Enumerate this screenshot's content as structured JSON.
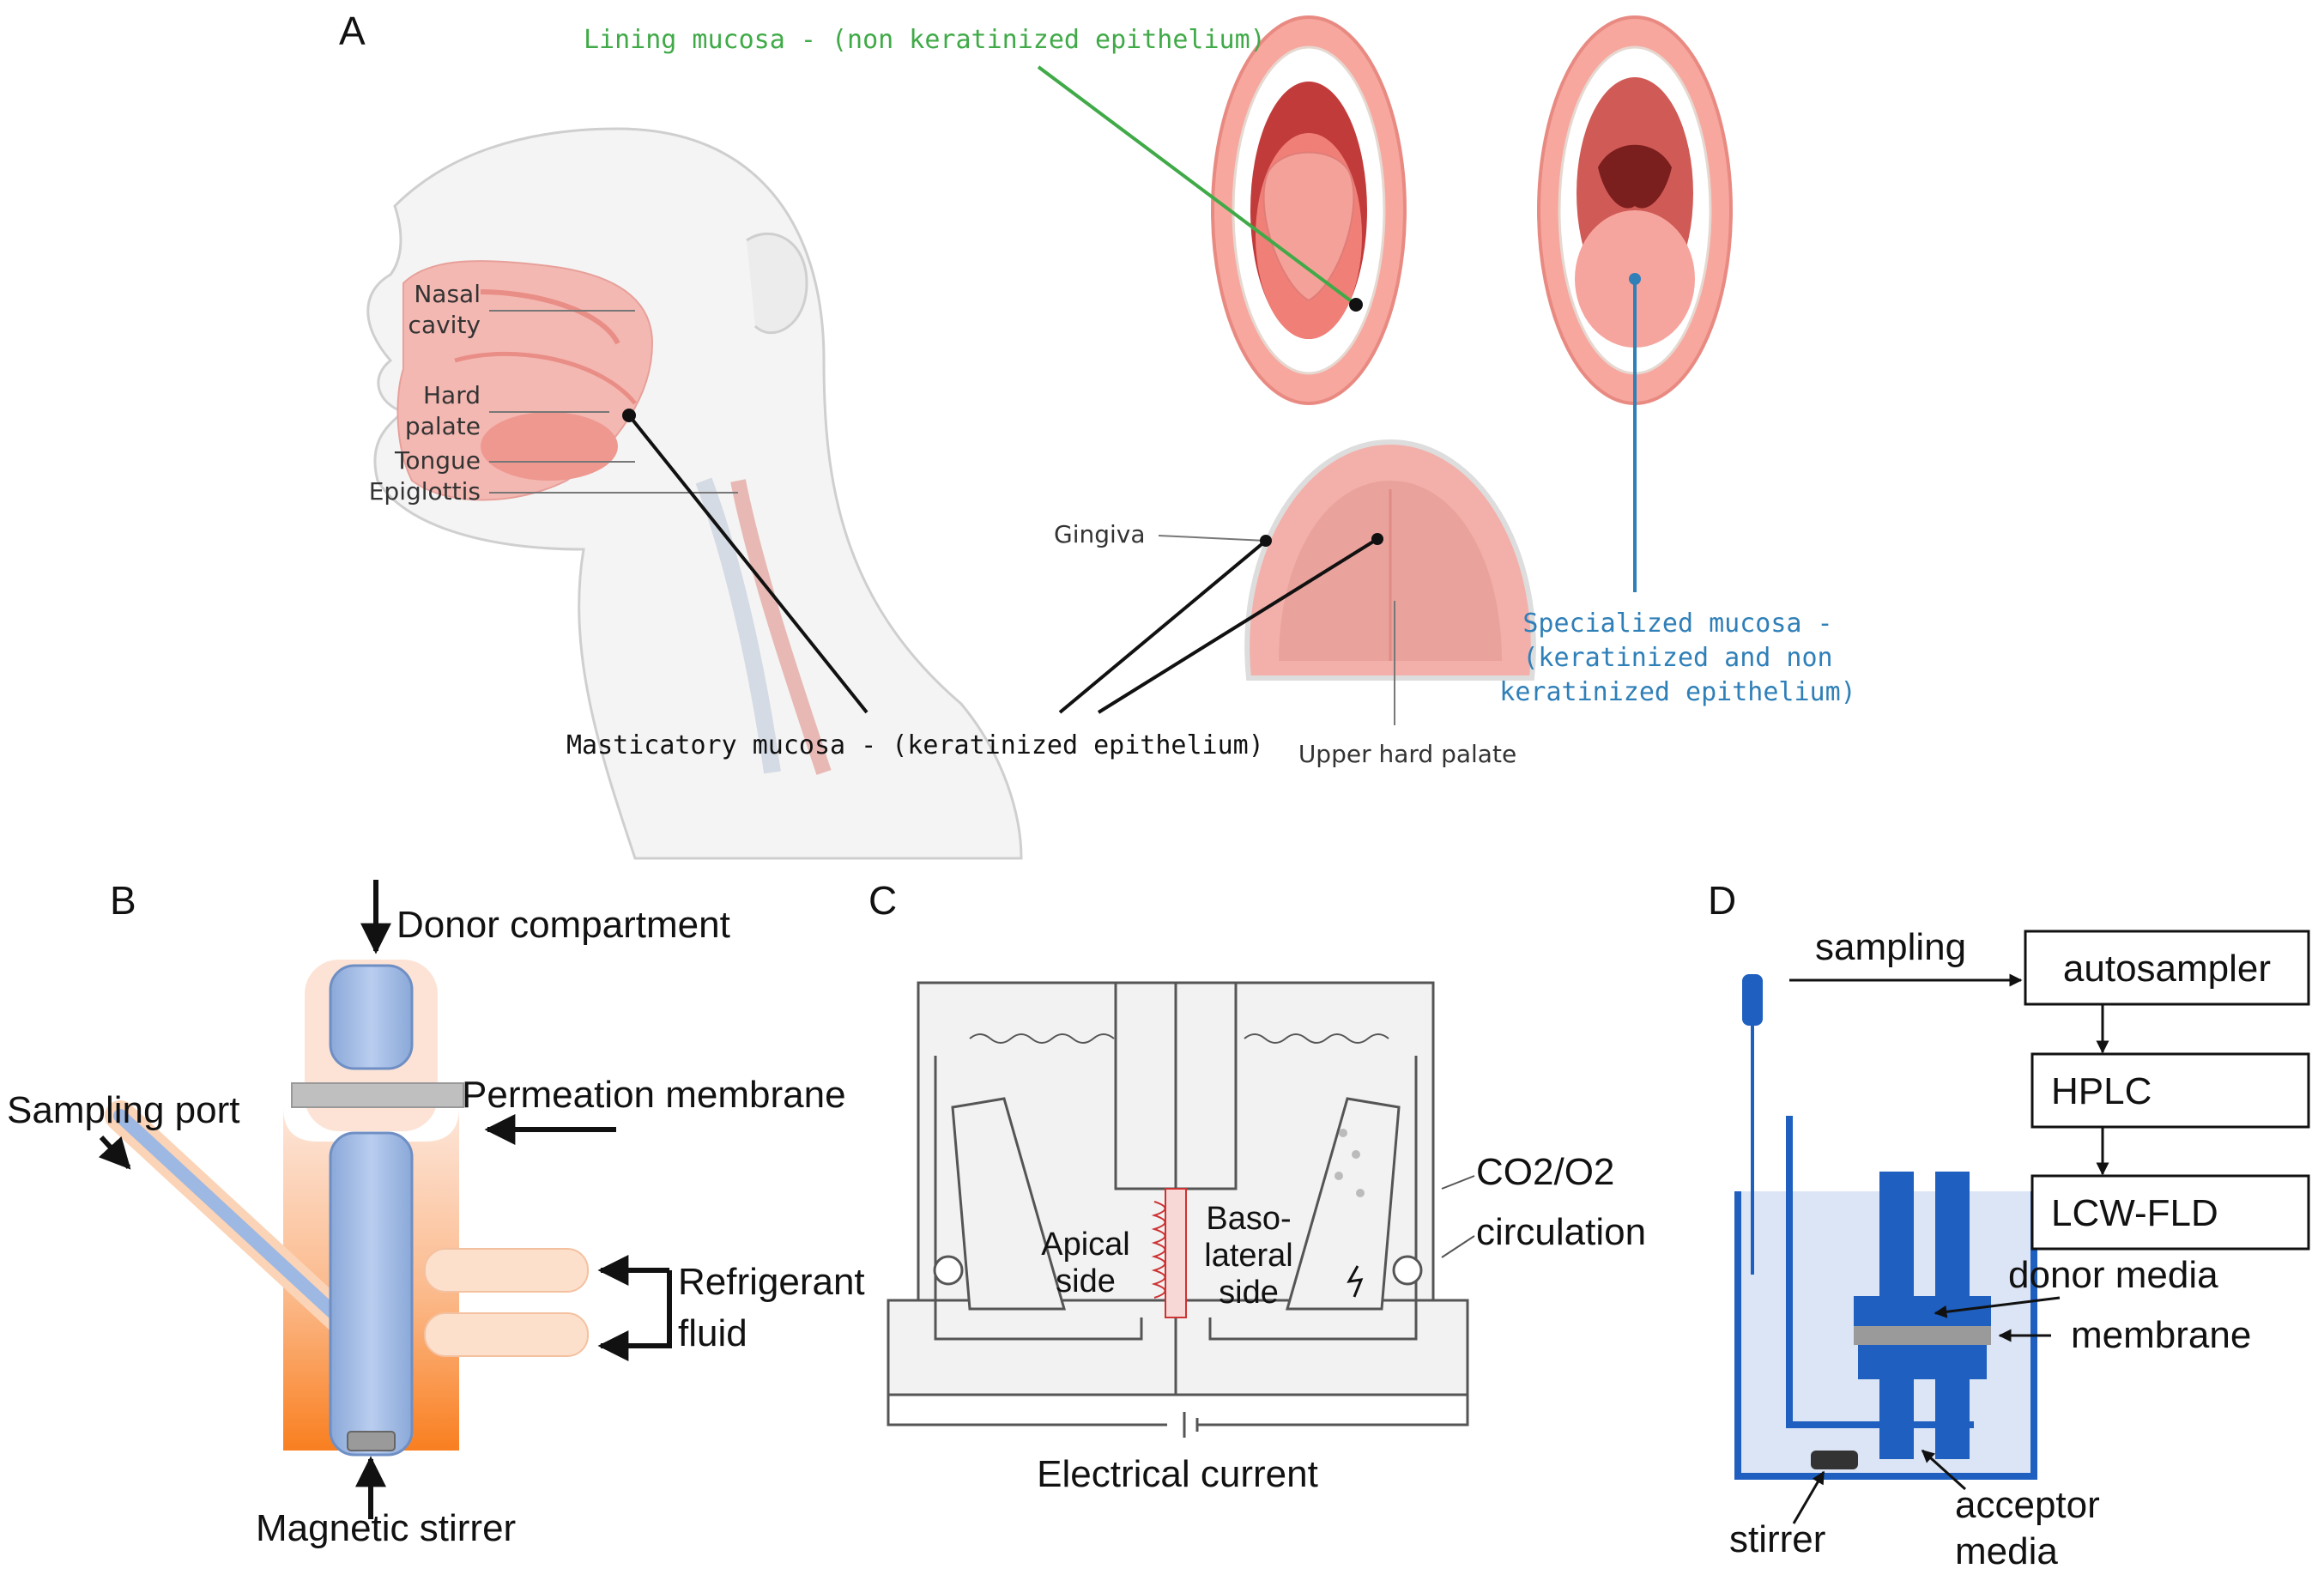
{
  "panels": {
    "a": {
      "letter": "A",
      "lining_label": "Lining mucosa - (non keratinized epithelium)",
      "head_labels": {
        "nasal": [
          "Nasal",
          "cavity"
        ],
        "hard_palate": [
          "Hard",
          "palate"
        ],
        "tongue": "Tongue",
        "epiglottis": "Epiglottis"
      },
      "gingiva": "Gingiva",
      "upper_hard_palate": "Upper hard palate",
      "masticatory": "Masticatory mucosa - (keratinized epithelium)",
      "specialized": [
        "Specialized mucosa -",
        "(keratinized and non",
        "keratinized epithelium)"
      ]
    },
    "b": {
      "letter": "B",
      "donor": "Donor compartment",
      "membrane": "Permeation membrane",
      "sampling_port": "Sampling port",
      "refrigerant": [
        "Refrigerant",
        "fluid"
      ],
      "stirrer": "Magnetic stirrer"
    },
    "c": {
      "letter": "C",
      "apical": [
        "Apical",
        "side"
      ],
      "basolateral": [
        "Baso-",
        "lateral",
        "side"
      ],
      "gas": "CO2/O2",
      "circulation": "circulation",
      "current": "Electrical current"
    },
    "d": {
      "letter": "D",
      "sampling": "sampling",
      "autosampler": "autosampler",
      "hplc": "HPLC",
      "lcw": "LCW-FLD",
      "donor_media": "donor media",
      "membrane": "membrane",
      "stirrer": "stirrer",
      "acceptor": [
        "acceptor",
        "media"
      ]
    }
  },
  "colors": {
    "green": "#3faa47",
    "blue": "#2f7fb8",
    "diagram_blue": "#1e5fc0",
    "flesh": "#f2a09a",
    "orange": "#f98a2e"
  }
}
